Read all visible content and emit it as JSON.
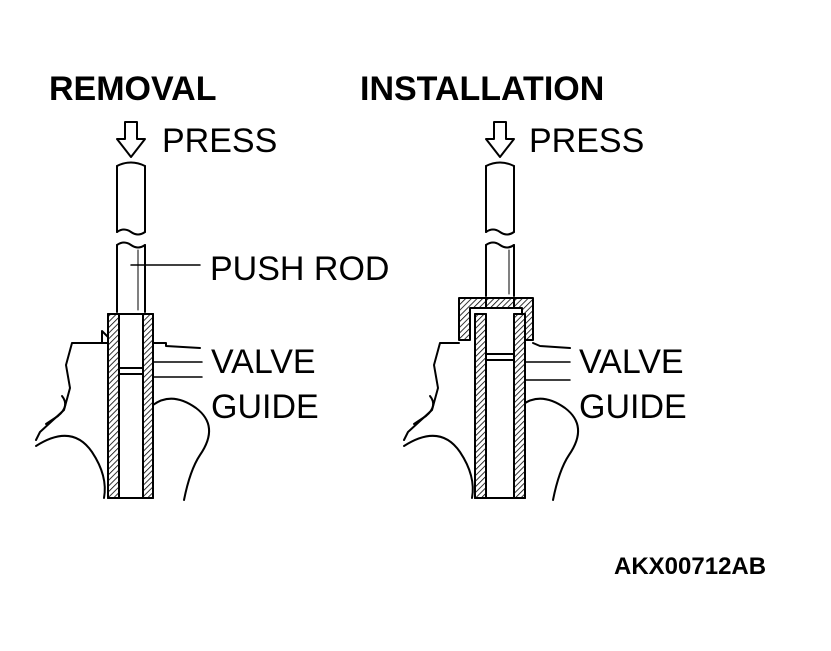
{
  "removal": {
    "title": "REMOVAL",
    "press_label": "PRESS",
    "push_rod_label": "PUSH ROD",
    "valve_guide_line1": "VALVE",
    "valve_guide_line2": "GUIDE"
  },
  "installation": {
    "title": "INSTALLATION",
    "press_label": "PRESS",
    "valve_guide_line1": "VALVE",
    "valve_guide_line2": "GUIDE"
  },
  "figure_code": "AKX00712AB",
  "colors": {
    "ink": "#000000",
    "background": "#ffffff"
  },
  "icons": [
    "press-arrow-icon"
  ]
}
